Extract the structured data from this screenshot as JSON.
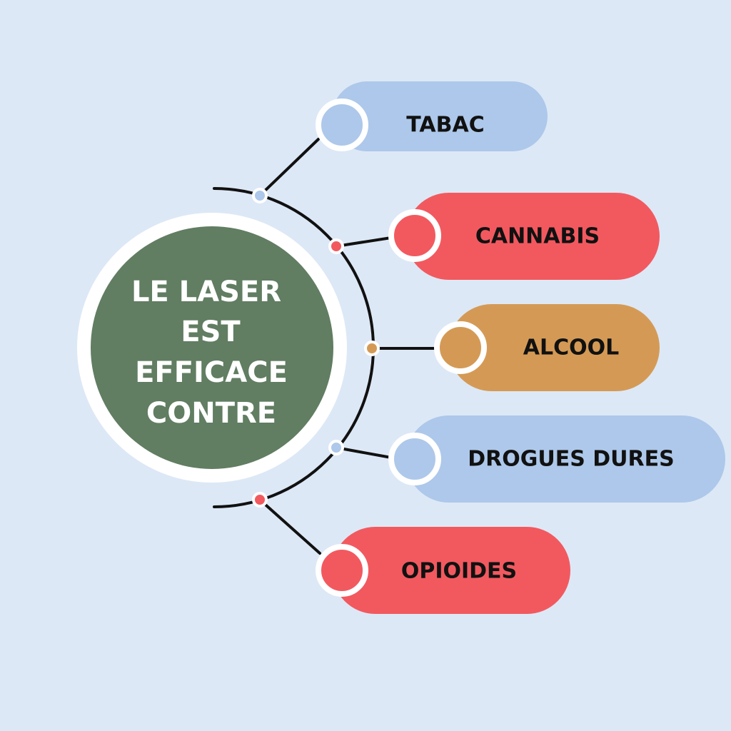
{
  "title_lines": [
    "LE LASER",
    "EST",
    "EFFICACE",
    "CONTRE"
  ],
  "items": [
    {
      "label": "TABAC",
      "color": "#adc8ea"
    },
    {
      "label": "CANNABIS",
      "color": "#f2595f"
    },
    {
      "label": "ALCOOL",
      "color": "#d49a55"
    },
    {
      "label": "DROGUES DURES",
      "color": "#adc8ea"
    },
    {
      "label": "OPIOIDES",
      "color": "#f2595f"
    }
  ],
  "colors": {
    "background": "#dde8f6",
    "center_circle": "#617d62",
    "line": "#111111",
    "ring": "#ffffff"
  }
}
